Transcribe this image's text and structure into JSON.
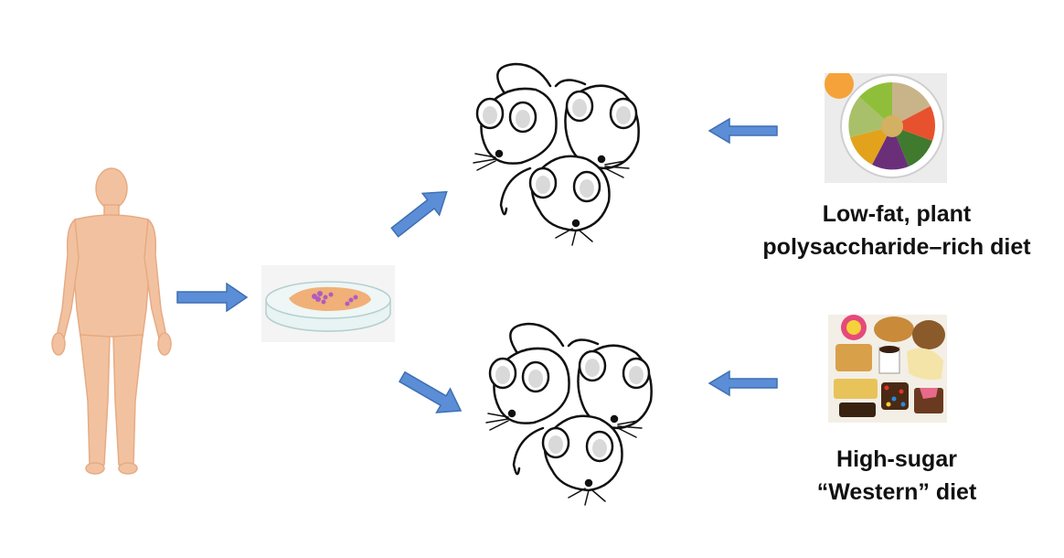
{
  "colors": {
    "arrow_fill": "#5b8ed6",
    "arrow_stroke": "#3f6fb3",
    "skin": "#f2c2a0",
    "skin_shade": "#e6ab83",
    "dish_agar": "#f0b077",
    "colony": "#b05bc2"
  },
  "icons": [
    "human-silhouette-icon",
    "petri-dish-icon",
    "mice-group-icon",
    "healthy-bowl-photo",
    "junk-food-photo",
    "arrow-icon"
  ],
  "diet_plant": {
    "line1": "Low-fat, plant",
    "line2": "polysaccharide–rich diet"
  },
  "diet_western": {
    "line1": "High-sugar",
    "line2": "“Western” diet"
  }
}
